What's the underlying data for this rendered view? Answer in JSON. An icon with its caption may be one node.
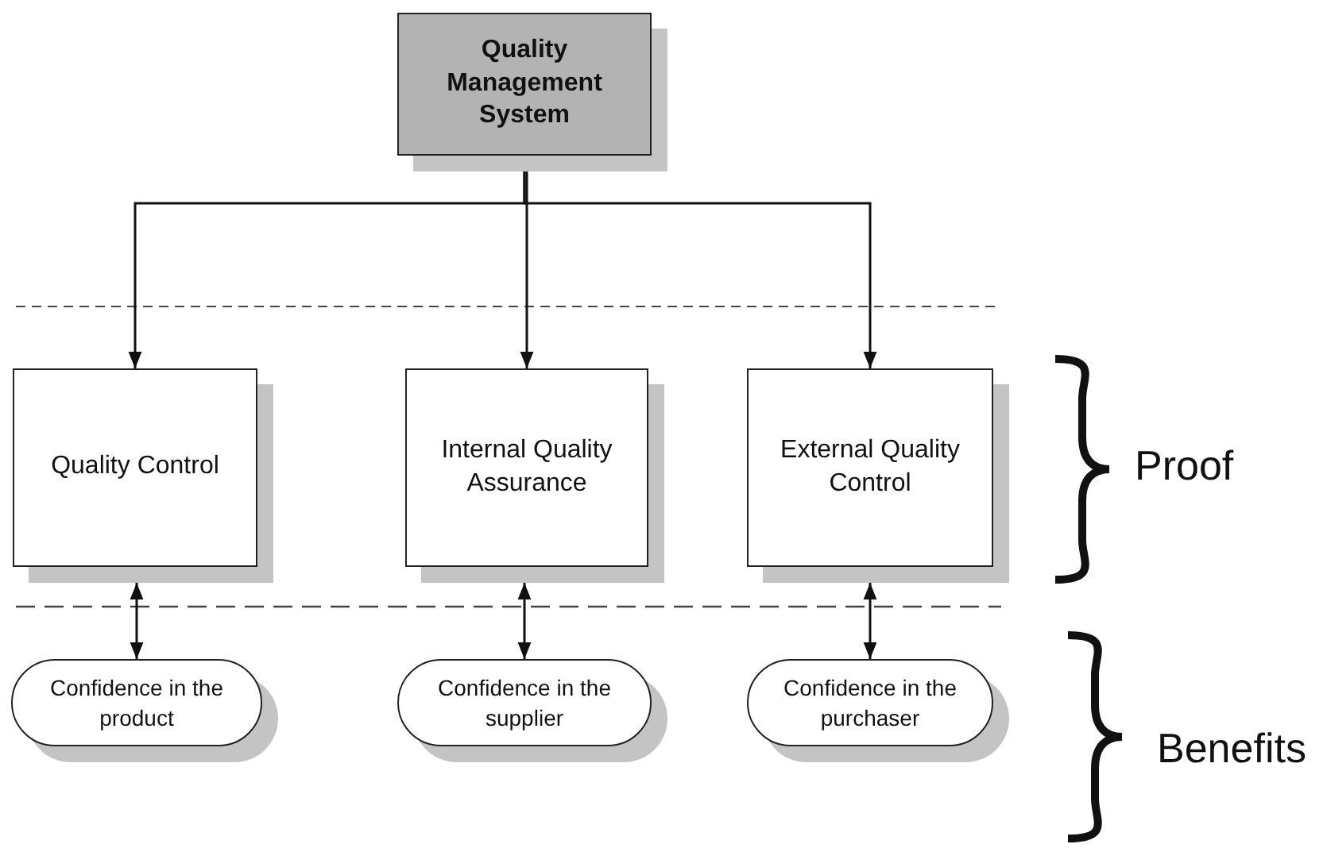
{
  "diagram": {
    "nodes": [
      {
        "text": [
          "Quality Management System"
        ]
      },
      {
        "text": [
          "Quality Control"
        ]
      },
      {
        "text": [
          "Internal Quality Assurance"
        ]
      },
      {
        "text": [
          "External Quality Control"
        ]
      },
      {
        "text": [
          "Confidence in the product"
        ]
      },
      {
        "text": [
          "Confidence in the supplier"
        ]
      },
      {
        "text": [
          "Confidence in the purchaser"
        ]
      }
    ],
    "edges": [
      {
        "from": 0,
        "to": 1,
        "arrow": "to"
      },
      {
        "from": 0,
        "to": 2,
        "arrow": "to"
      },
      {
        "from": 0,
        "to": 3,
        "arrow": "to"
      },
      {
        "from": 1,
        "to": 4,
        "arrow": "both"
      },
      {
        "from": 2,
        "to": 5,
        "arrow": "both"
      },
      {
        "from": 3,
        "to": 6,
        "arrow": "both"
      }
    ],
    "labels": [
      "Proof",
      "Benefits"
    ]
  }
}
